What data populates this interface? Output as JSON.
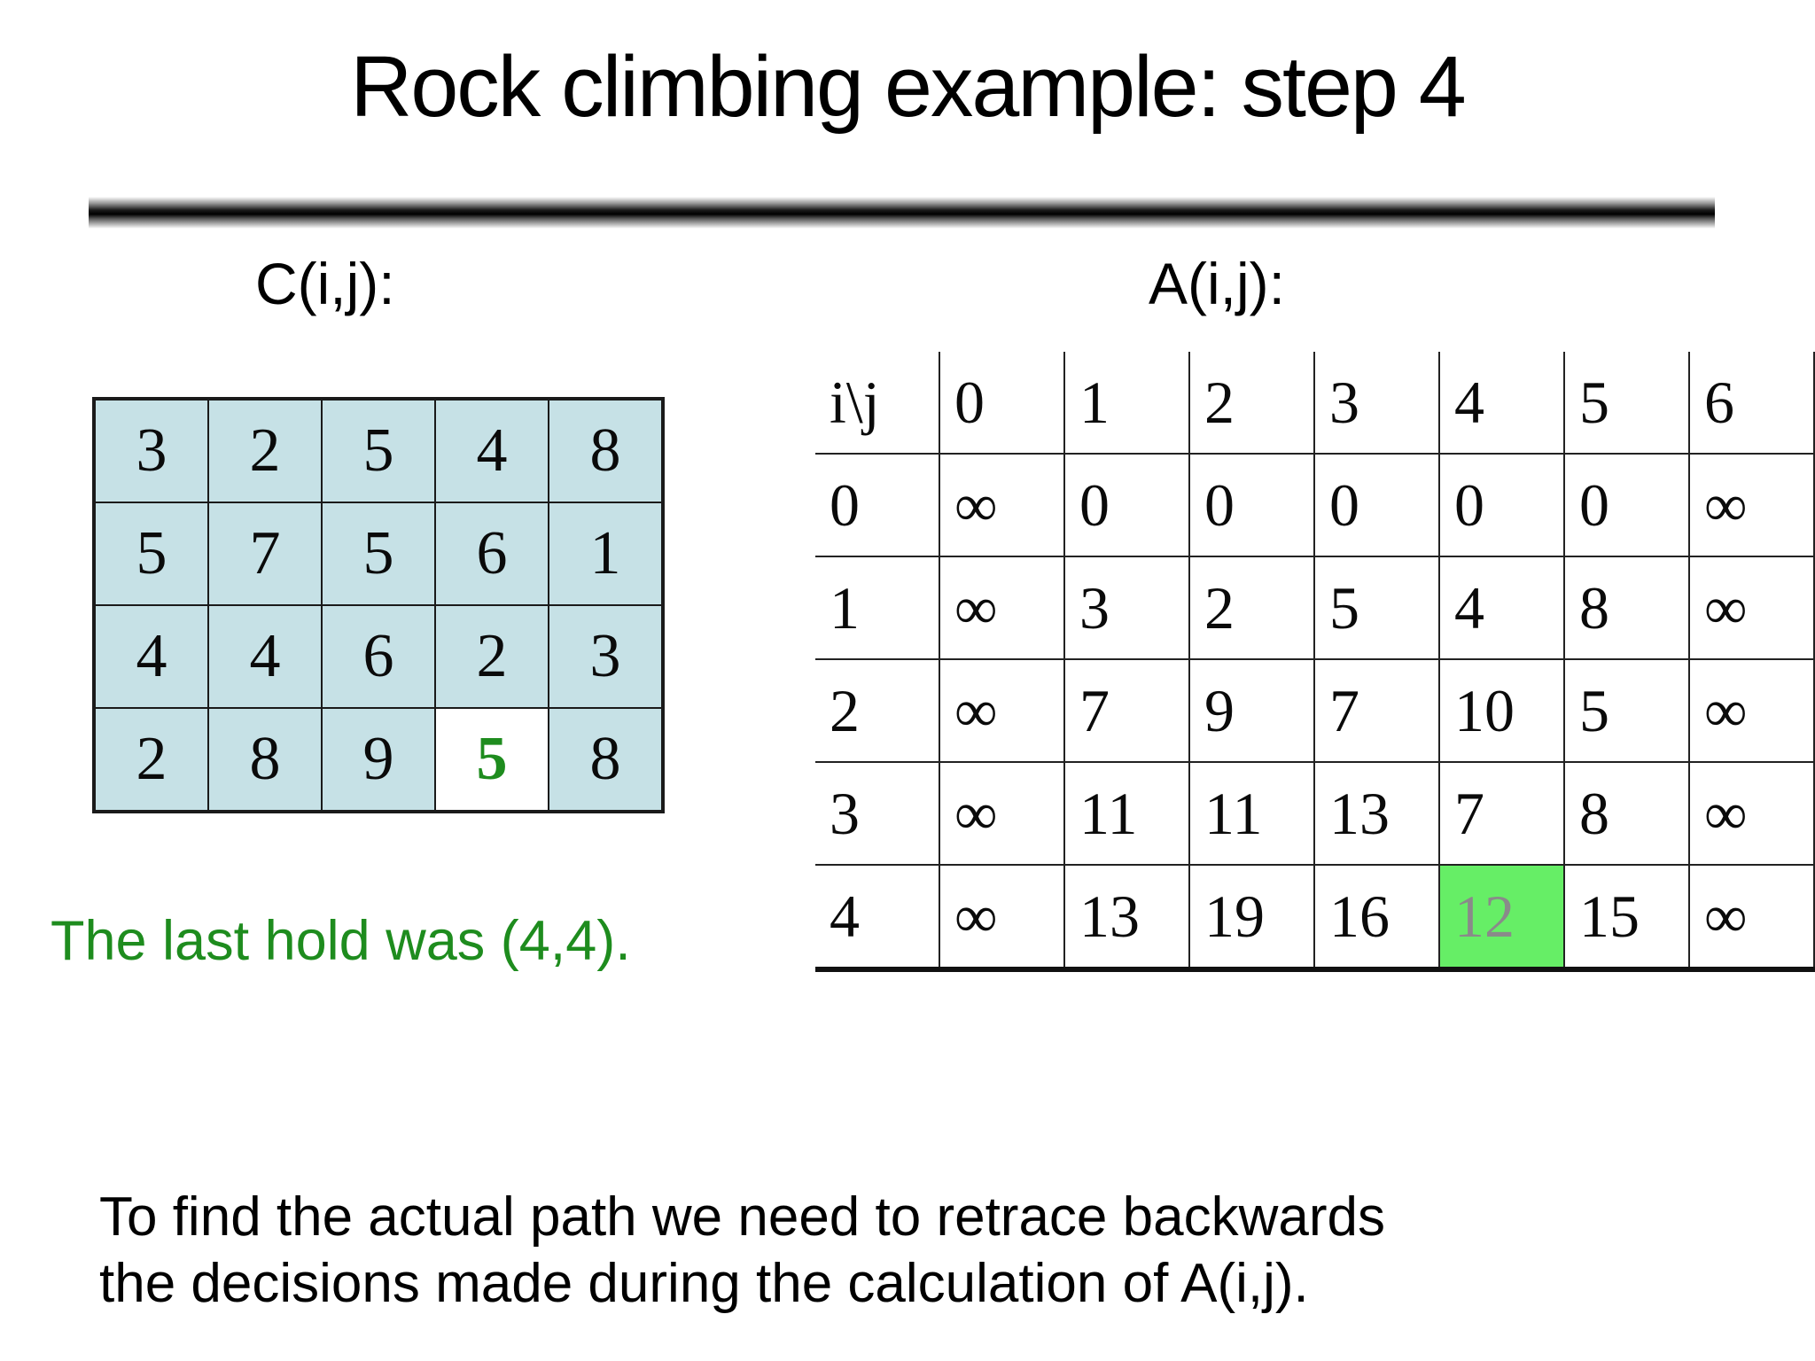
{
  "title": "Rock climbing example: step 4",
  "c_table": {
    "label": "C(i,j):",
    "rows": [
      [
        "3",
        "2",
        "5",
        "4",
        "8"
      ],
      [
        "5",
        "7",
        "5",
        "6",
        "1"
      ],
      [
        "4",
        "4",
        "6",
        "2",
        "3"
      ],
      [
        "2",
        "8",
        "9",
        "5",
        "8"
      ]
    ],
    "highlight": {
      "row": 3,
      "col": 3,
      "value": "5"
    }
  },
  "a_table": {
    "label": "A(i,j):",
    "header": [
      "i\\j",
      "0",
      "1",
      "2",
      "3",
      "4",
      "5",
      "6"
    ],
    "rows": [
      [
        "0",
        "∞",
        "0",
        "0",
        "0",
        "0",
        "0",
        "∞"
      ],
      [
        "1",
        "∞",
        "3",
        "2",
        "5",
        "4",
        "8",
        "∞"
      ],
      [
        "2",
        "∞",
        "7",
        "9",
        "7",
        "10",
        "5",
        "∞"
      ],
      [
        "3",
        "∞",
        "11",
        "11",
        "13",
        "7",
        "8",
        "∞"
      ],
      [
        "4",
        "∞",
        "13",
        "19",
        "16",
        "12",
        "15",
        "∞"
      ]
    ],
    "highlight": {
      "row": 4,
      "col": 5,
      "value": "12"
    }
  },
  "note": "The last hold was (4,4).",
  "footer": {
    "line1": "To find the actual path we need to retrace backwards",
    "line2": "the decisions made during the calculation of A(i,j)."
  },
  "colors": {
    "cell_blue": "#c6e1e6",
    "highlight_green": "#66ee66",
    "text_green": "#1e8c1e",
    "muted_gray": "#8a8a8a"
  }
}
